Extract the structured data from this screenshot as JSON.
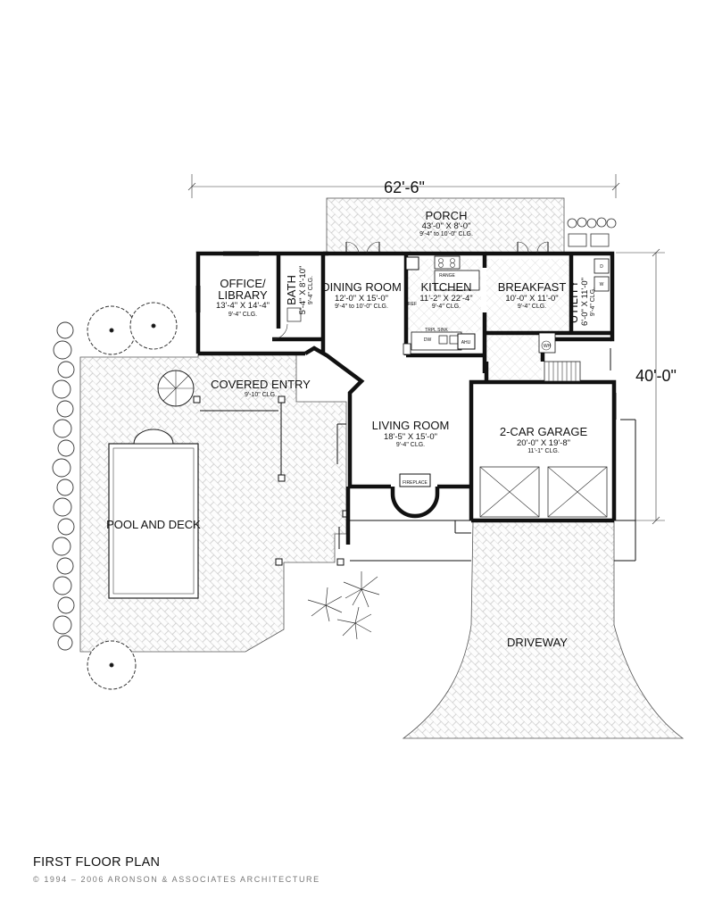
{
  "dimensions": {
    "overall_width": "62'-6\"",
    "overall_depth": "40'-0\""
  },
  "rooms": {
    "porch": {
      "name": "PORCH",
      "size": "43'-0\" X 8'-0\"",
      "clg": "9'-4\" to 10'-0\" CLG."
    },
    "office": {
      "name_line1": "OFFICE/",
      "name_line2": "LIBRARY",
      "size": "13'-4\" X 14'-4\"",
      "clg": "9'-4\" CLG."
    },
    "bath": {
      "name": "BATH",
      "size": "5'-4\" X 8'-10\"",
      "clg": "9'-4\" CLG."
    },
    "dining": {
      "name": "DINING ROOM",
      "size": "12'-0\" X 15'-0\"",
      "clg": "9'-4\" to 10'-0\" CLG."
    },
    "kitchen": {
      "name": "KITCHEN",
      "size": "11'-2\" X 22'-4\"",
      "clg": "9'-4\" CLG."
    },
    "breakfast": {
      "name": "BREAKFAST",
      "size": "10'-0\" X 11'-0\"",
      "clg": "9'-4\" CLG."
    },
    "utility": {
      "name": "UTILITY",
      "size": "6'-0\" X 11'-0\"",
      "clg": "9'-4\" CLG."
    },
    "covered_entry": {
      "name": "COVERED ENTRY",
      "clg": "9'-10\" CLG."
    },
    "living": {
      "name": "LIVING ROOM",
      "size": "18'-5\" X 15'-0\"",
      "clg": "9'-4\" CLG."
    },
    "garage": {
      "name": "2-CAR GARAGE",
      "size": "20'-0\" X 19'-8\"",
      "clg": "11'-1\" CLG."
    },
    "pool": {
      "name": "POOL AND DECK"
    },
    "driveway": {
      "name": "DRIVEWAY"
    }
  },
  "fixtures": {
    "range": "RANGE",
    "ref": "REF",
    "triple_sink": "TRPL SINK",
    "dw": "DW",
    "ahu": "AHU",
    "wh": "WH",
    "fireplace": "FIREPLACE",
    "dryer": "D",
    "washer": "W"
  },
  "footer": {
    "title": "FIRST FLOOR PLAN",
    "copyright": "© 1994 – 2006 ARONSON & ASSOCIATES ARCHITECTURE"
  }
}
